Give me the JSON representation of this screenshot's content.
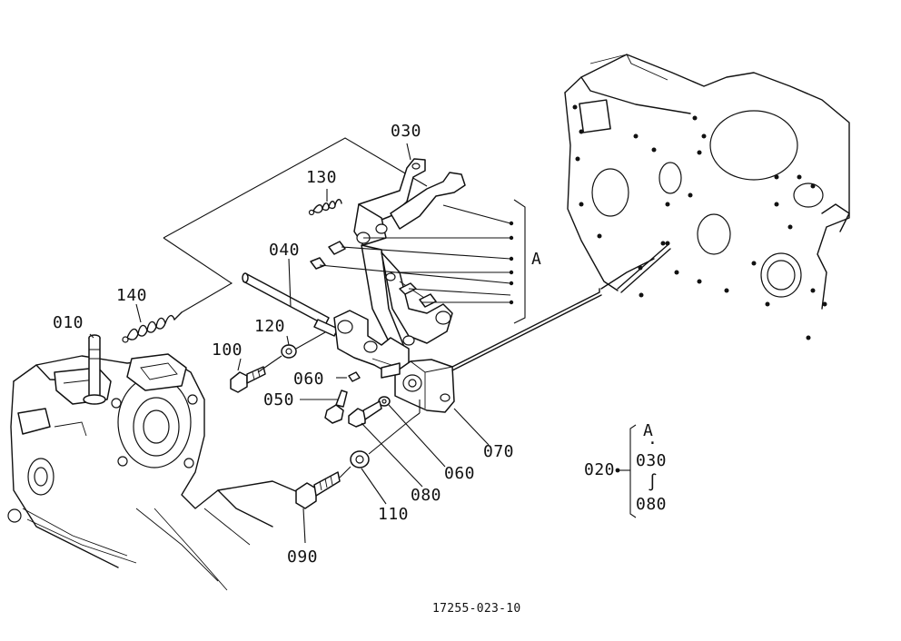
{
  "parts": {
    "p010": "010",
    "p020": "020",
    "p030": "030",
    "p040": "040",
    "p050": "050",
    "p060a": "060",
    "p060b": "060",
    "p070": "070",
    "p080": "080",
    "p090": "090",
    "p100": "100",
    "p110": "110",
    "p120": "120",
    "p130": "130",
    "p140": "140"
  },
  "group_label": "A",
  "legend": {
    "group": "A",
    "dot": "·",
    "from": "030",
    "tilde": "∫",
    "to": "080",
    "assembly": "020"
  },
  "drawing_number": "17255-023-10"
}
